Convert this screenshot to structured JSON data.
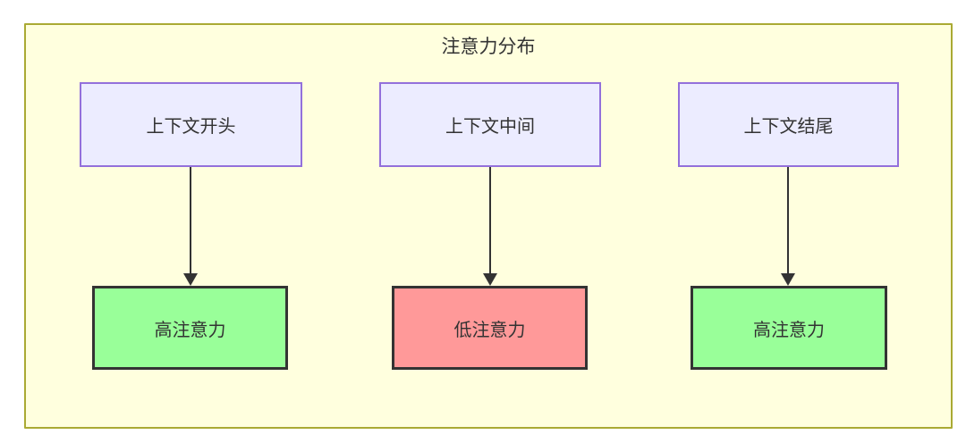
{
  "diagram": {
    "title": "注意力分布",
    "columns": [
      {
        "position": "上下文开头",
        "attention": "高注意力",
        "level": "high"
      },
      {
        "position": "上下文中间",
        "attention": "低注意力",
        "level": "low"
      },
      {
        "position": "上下文结尾",
        "attention": "高注意力",
        "level": "high"
      }
    ],
    "colors": {
      "container_background": "#ffffde",
      "container_border": "#aaaa33",
      "source_node_background": "#ececff",
      "source_node_border": "#9370db",
      "high_attention_background": "#99ff99",
      "low_attention_background": "#ff9999",
      "result_node_border": "#333333",
      "arrow": "#333333",
      "text": "#333333"
    }
  }
}
